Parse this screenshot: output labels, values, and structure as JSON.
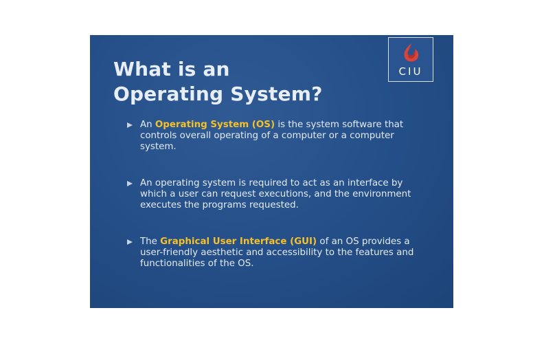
{
  "slide": {
    "title_line1": "What is an",
    "title_line2": "Operating System?",
    "logo_text": "CIU",
    "logo_icon": "flame-logo-icon",
    "colors": {
      "background": "#26508a",
      "highlight": "#f5c12a",
      "logo_red": "#d9443a"
    },
    "bullets": [
      {
        "before": "An ",
        "highlight": "Operating System (OS)",
        "after": " is the system software that controls overall operating of a computer or a computer system."
      },
      {
        "before": "An operating system is required to act as an interface by which a user can request executions, and the environment executes the programs requested.",
        "highlight": "",
        "after": ""
      },
      {
        "before": "The ",
        "highlight": "Graphical User Interface (GUI)",
        "after": " of an OS provides a user-friendly aesthetic and accessibility to the features and functionalities of the OS."
      }
    ]
  }
}
